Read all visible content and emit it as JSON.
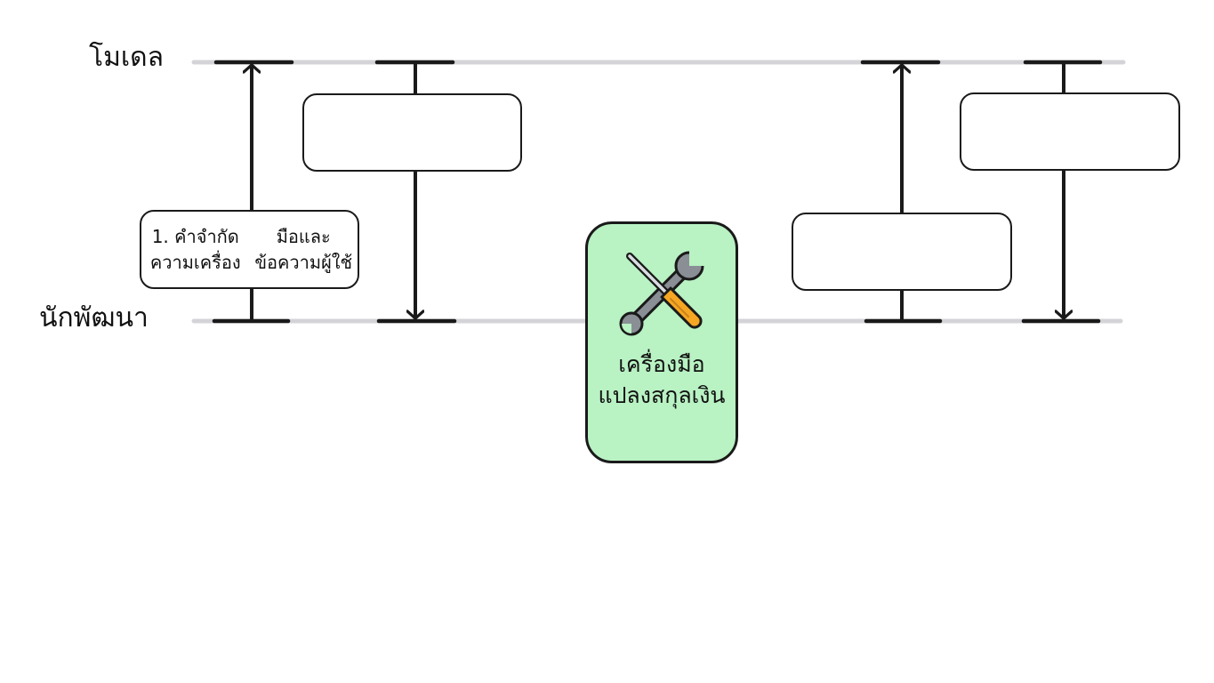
{
  "lanes": {
    "model": "โมเดล",
    "developer": "นักพัฒนา"
  },
  "steps": [
    {
      "label_line1": "1. คำจำกัดความเครื่อง",
      "label_line2": "มือและข้อความผู้ใช้",
      "direction": "developer-to-model"
    },
    {
      "label_line1": "",
      "label_line2": "",
      "direction": "model-to-developer"
    },
    {
      "label_line1": "",
      "label_line2": "",
      "direction": "developer-to-model"
    },
    {
      "label_line1": "",
      "label_line2": "",
      "direction": "model-to-developer"
    }
  ],
  "tool": {
    "name_line1": "เครื่องมือ",
    "name_line2": "แปลงสกุลเงิน",
    "icon": "wrench-screwdriver-icon",
    "fill_color": "#b9f2c3"
  },
  "colors": {
    "lane_line": "#d4d4d8",
    "ink": "#1a1a1a",
    "screwdriver_handle": "#f5a623"
  }
}
